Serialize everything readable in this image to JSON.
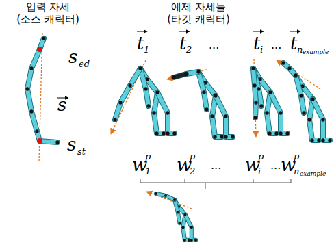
{
  "diagram": {
    "labels": [
      "입력 자세",
      "(소스 캐릭터)",
      "예제 자세들",
      "(타깃 캐릭터)",
      "s",
      "ed",
      "s",
      "s",
      "st",
      "t",
      "1",
      "t",
      "2",
      "...",
      "t",
      "i",
      "...",
      "t",
      "n",
      "example",
      "w",
      "p",
      "1",
      "w",
      "p",
      "2",
      "...",
      "w",
      "p",
      "i",
      "...",
      "w",
      "p",
      "n",
      "example"
    ]
  }
}
